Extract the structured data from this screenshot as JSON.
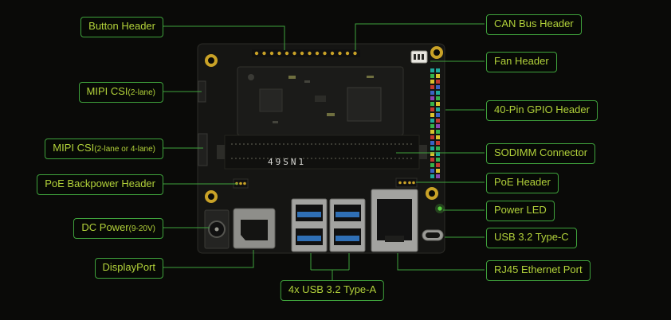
{
  "callouts": {
    "button_header": {
      "main": "Button Header",
      "suffix": ""
    },
    "mipi_csi_1": {
      "main": "MIPI CSI",
      "suffix": "(2-lane)"
    },
    "mipi_csi_2": {
      "main": "MIPI CSI",
      "suffix": "(2-lane or 4-lane)"
    },
    "poe_backpower_header": {
      "main": "PoE Backpower Header",
      "suffix": ""
    },
    "dc_power": {
      "main": "DC Power",
      "suffix": "(9-20V)"
    },
    "displayport": {
      "main": "DisplayPort",
      "suffix": ""
    },
    "usb_a": {
      "main": "4x USB 3.2 Type-A",
      "suffix": ""
    },
    "can_bus_header": {
      "main": "CAN Bus Header",
      "suffix": ""
    },
    "fan_header": {
      "main": "Fan Header",
      "suffix": ""
    },
    "gpio_header": {
      "main": "40-Pin GPIO Header",
      "suffix": ""
    },
    "sodimm_connector": {
      "main": "SODIMM Connector",
      "suffix": ""
    },
    "poe_header": {
      "main": "PoE Header",
      "suffix": ""
    },
    "power_led": {
      "main": "Power LED",
      "suffix": ""
    },
    "usb_c": {
      "main": "USB 3.2 Type-C",
      "suffix": ""
    },
    "rj45": {
      "main": "RJ45 Ethernet Port",
      "suffix": ""
    }
  },
  "board": {
    "sodimm_marking": "49SN1"
  },
  "colors": {
    "background": "#0a0a08",
    "callout_border": "#3fa23c",
    "callout_text": "#b2d23a",
    "callout_line": "#3fa23c",
    "usb3_blue": "#2f6fb5",
    "power_led_green": "#57d13e",
    "gold_pad": "#c9a227"
  }
}
